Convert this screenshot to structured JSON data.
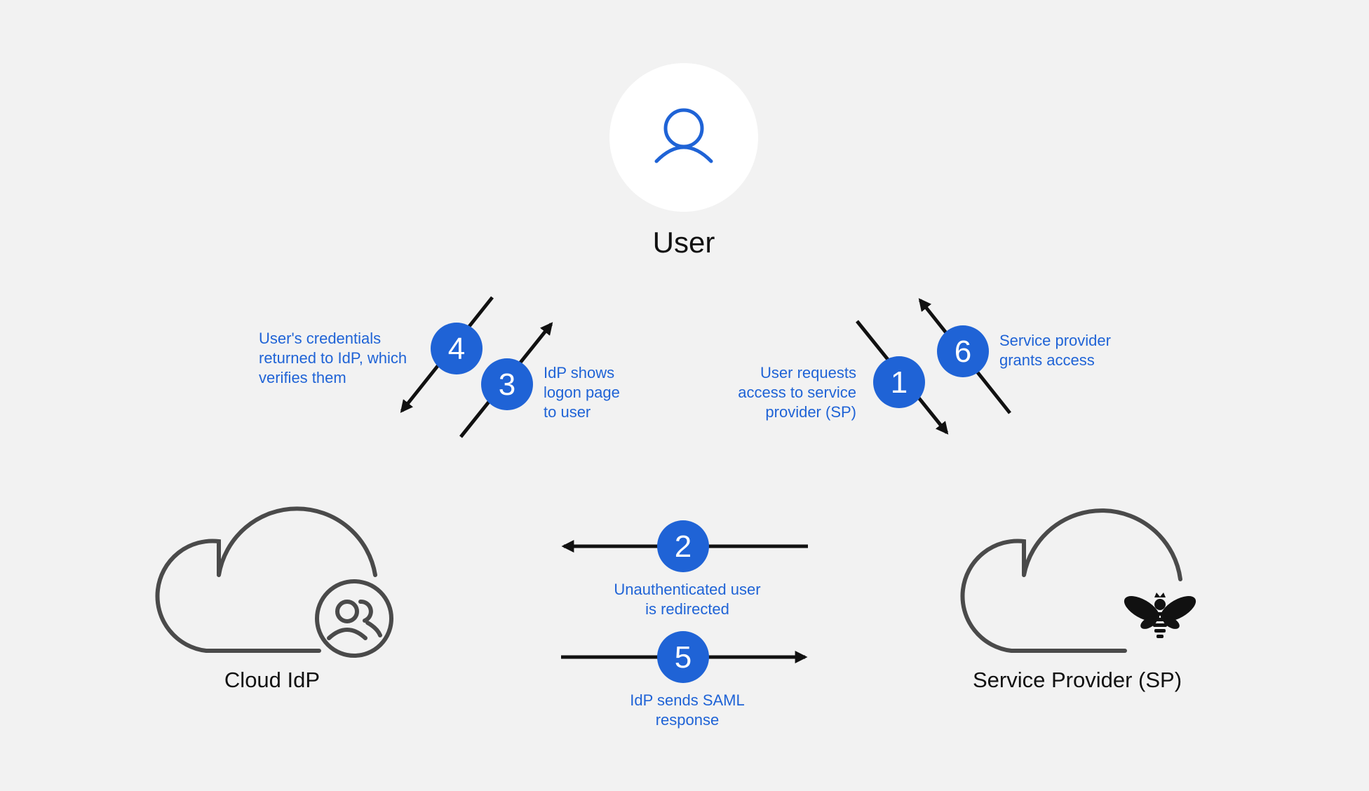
{
  "colors": {
    "background": "#f2f2f2",
    "accent": "#1f63d6",
    "arrow": "#111111",
    "cloud_stroke": "#4a4a4a",
    "user_circle": "#ffffff"
  },
  "nodes": {
    "user": {
      "title": "User",
      "icon": "user-icon"
    },
    "idp": {
      "title": "Cloud IdP",
      "icon": "user-group-icon"
    },
    "sp": {
      "title": "Service Provider (SP)",
      "icon": "bee-icon"
    }
  },
  "steps": [
    {
      "number": "1",
      "lines": [
        "User requests",
        "access to service",
        "provider (SP)"
      ]
    },
    {
      "number": "2",
      "lines": [
        "Unauthenticated user",
        "is redirected"
      ]
    },
    {
      "number": "3",
      "lines": [
        "IdP shows",
        "logon page",
        "to user"
      ]
    },
    {
      "number": "4",
      "lines": [
        "User's credentials",
        "returned to IdP, which",
        "verifies them"
      ]
    },
    {
      "number": "5",
      "lines": [
        "IdP sends SAML",
        "response"
      ]
    },
    {
      "number": "6",
      "lines": [
        "Service provider",
        "grants access"
      ]
    }
  ]
}
